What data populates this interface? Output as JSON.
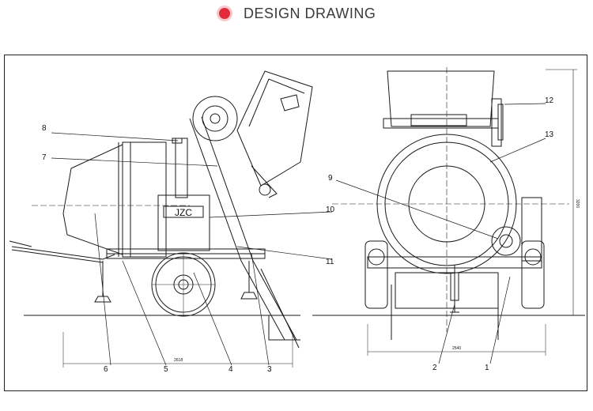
{
  "header": {
    "title": "DESIGN DRAWING",
    "accent_color": "#e32b3b"
  },
  "drawing": {
    "brand_plate": "JZC",
    "side_labels": [
      "8",
      "7",
      "6",
      "5",
      "4",
      "3",
      "10",
      "11"
    ],
    "front_labels": [
      "9",
      "12",
      "13",
      "2",
      "1"
    ],
    "dimensions": {
      "side_width": "2618",
      "front_width": "2540",
      "front_height": "3200"
    }
  }
}
